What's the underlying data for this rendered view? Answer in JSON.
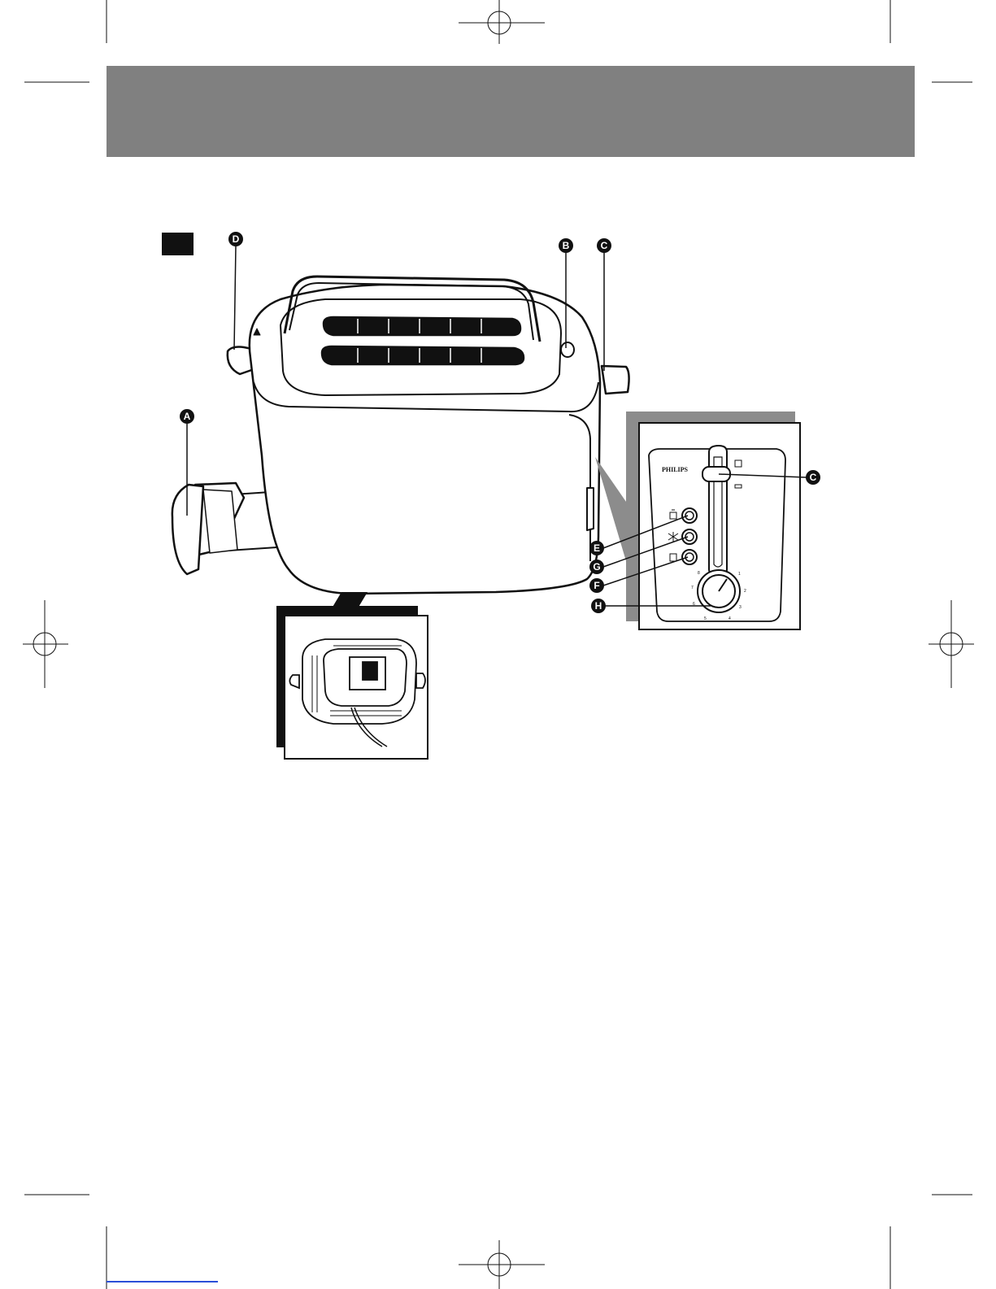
{
  "brand": "PHILIPS",
  "callouts": {
    "A": "A",
    "B": "B",
    "C": "C",
    "D": "D",
    "E": "E",
    "F": "F",
    "G": "G",
    "H": "H"
  },
  "dial_numbers": [
    "1",
    "2",
    "3",
    "4",
    "5",
    "6",
    "7",
    "8"
  ],
  "colors": {
    "header_band": "#808080",
    "ink": "#111111",
    "shadow": "#8c8c8c"
  }
}
